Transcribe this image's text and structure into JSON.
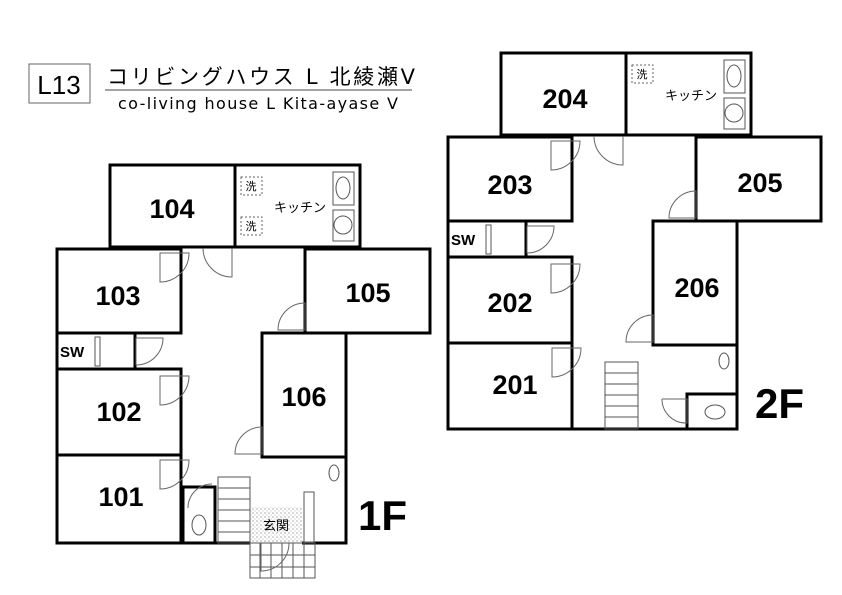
{
  "header": {
    "code": "L13",
    "title_ja": "コリビングハウス L 北綾瀬V",
    "title_en": "co-living house L Kita-ayase V"
  },
  "floor1": {
    "label": "1F",
    "rooms": [
      "101",
      "102",
      "103",
      "104",
      "105",
      "106"
    ],
    "kitchen": "キッチン",
    "washer": "洗",
    "sw": "SW",
    "entrance": "玄関"
  },
  "floor2": {
    "label": "2F",
    "rooms": [
      "201",
      "202",
      "203",
      "204",
      "205",
      "206"
    ],
    "kitchen": "キッチン",
    "washer": "洗",
    "sw": "SW"
  }
}
